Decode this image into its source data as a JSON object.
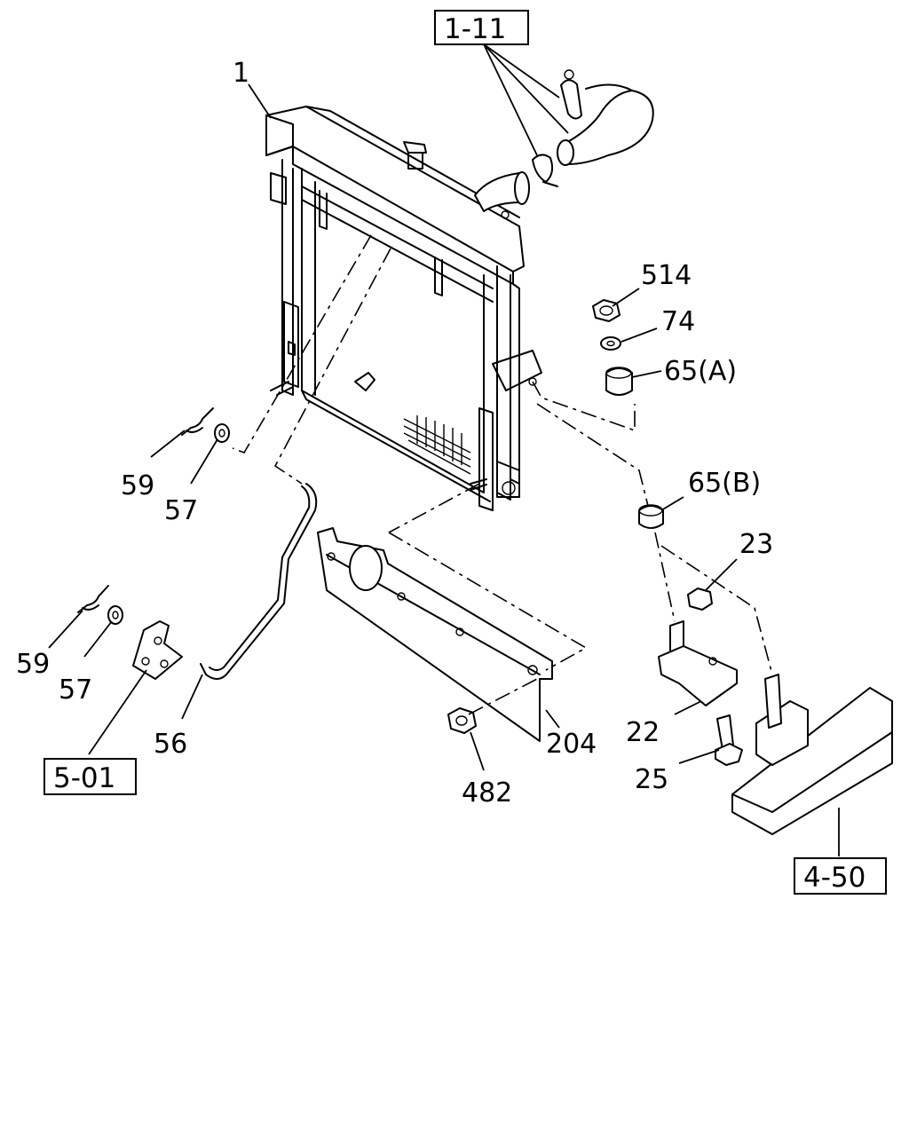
{
  "callouts": {
    "p1": "1",
    "p514": "514",
    "p74": "74",
    "p65a": "65(A)",
    "p65b": "65(B)",
    "p23": "23",
    "p59a": "59",
    "p57a": "57",
    "p59b": "59",
    "p57b": "57",
    "p56": "56",
    "p204": "204",
    "p482": "482",
    "p22": "22",
    "p25": "25"
  },
  "refs": {
    "r111": "1-11",
    "r501": "5-01",
    "r450": "4-50"
  }
}
